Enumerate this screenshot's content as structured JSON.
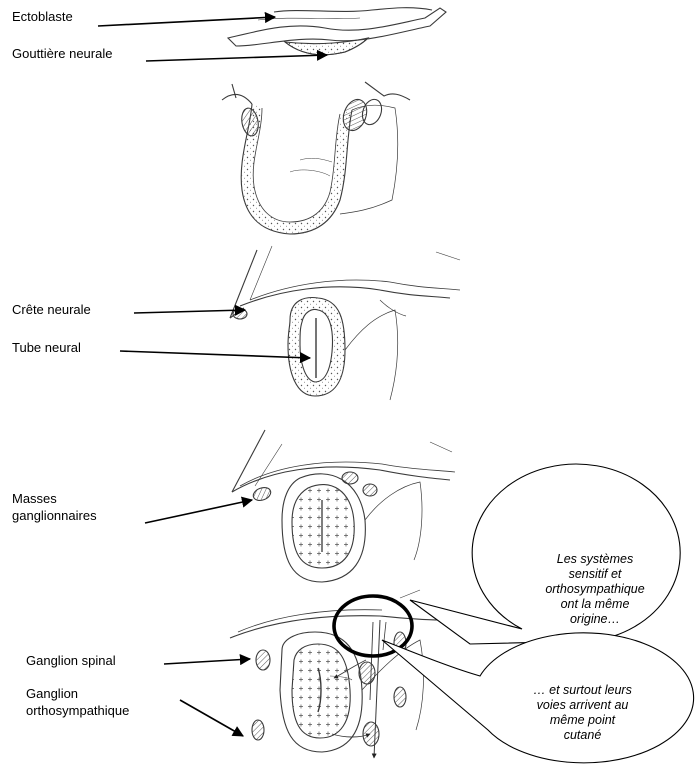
{
  "labels": {
    "ectoblaste": "Ectoblaste",
    "gouttiere": "Gouttière neurale",
    "crete": "Crête neurale",
    "tube": "Tube neural",
    "masses_l1": "Masses",
    "masses_l2": "ganglionnaires",
    "ganglion_spinal": "Ganglion spinal",
    "ortho_l1": "Ganglion",
    "ortho_l2": "orthosympathique"
  },
  "callouts": {
    "top_l1": "Les systèmes",
    "top_l2": "sensitif et",
    "top_l3": "orthosympathique",
    "top_l4": "ont la même",
    "top_l5": "origine…",
    "bottom_l1": "… et surtout leurs",
    "bottom_l2": "voies arrivent au",
    "bottom_l3": "même point",
    "bottom_l4": "cutané"
  },
  "colors": {
    "ink": "#000000",
    "pencil": "#3a3a3a",
    "paper": "#ffffff"
  }
}
